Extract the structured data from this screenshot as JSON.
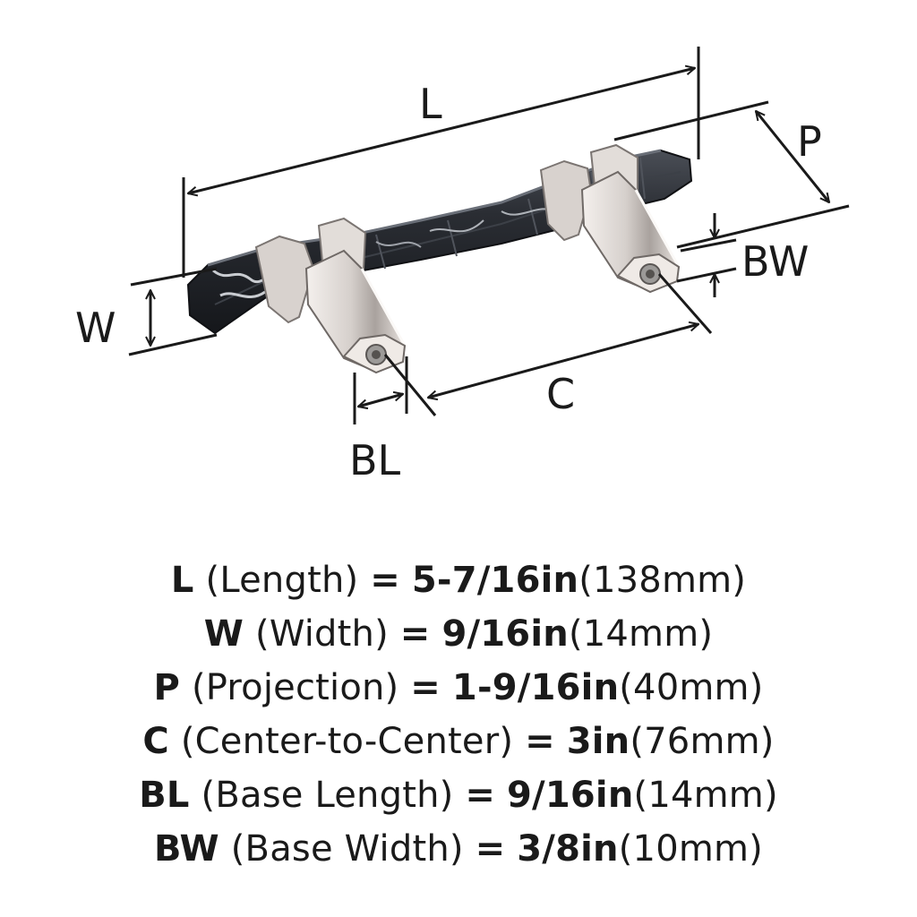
{
  "diagram": {
    "labels": {
      "L": "L",
      "P": "P",
      "W": "W",
      "BW": "BW",
      "C": "C",
      "BL": "BL"
    }
  },
  "specs": [
    {
      "code": "L",
      "name": "(Length)",
      "eq": "=",
      "inch": "5-7/16in",
      "mm": "(138mm)"
    },
    {
      "code": "W",
      "name": "(Width)",
      "eq": "=",
      "inch": "9/16in",
      "mm": "(14mm)"
    },
    {
      "code": "P",
      "name": "(Projection)",
      "eq": "=",
      "inch": "1-9/16in",
      "mm": "(40mm)"
    },
    {
      "code": "C",
      "name": "(Center-to-Center)",
      "eq": "=",
      "inch": "3in",
      "mm": "(76mm)"
    },
    {
      "code": "BL",
      "name": "(Base Length)",
      "eq": "=",
      "inch": "9/16in",
      "mm": "(14mm)"
    },
    {
      "code": "BW",
      "name": "(Base Width)",
      "eq": "=",
      "inch": "3/8in",
      "mm": "(10mm)"
    }
  ],
  "colors": {
    "line": "#1a1a1a",
    "bar": "#2a2d33",
    "bar_highlight": "#5a5f68",
    "marble_vein": "#c9ccd1",
    "chrome": "#d9d4d0",
    "chrome_shadow": "#8a8481"
  }
}
